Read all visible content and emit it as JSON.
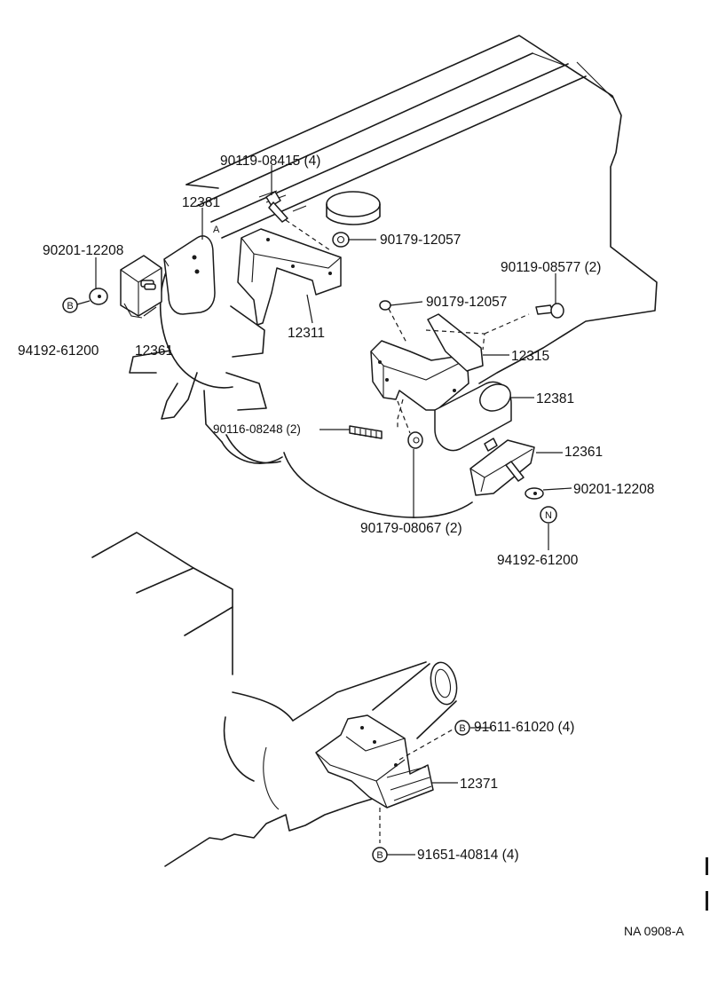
{
  "callouts": [
    {
      "id": "c1",
      "text": "90119-08415 (4)"
    },
    {
      "id": "c2",
      "text": "12381"
    },
    {
      "id": "c3",
      "text": "90201-12208"
    },
    {
      "id": "c4",
      "text": "90179-12057"
    },
    {
      "id": "c5",
      "text": "90119-08577 (2)"
    },
    {
      "id": "c6",
      "text": "90179-12057"
    },
    {
      "id": "c7",
      "text": "12311"
    },
    {
      "id": "c8",
      "text": "94192-61200"
    },
    {
      "id": "c9",
      "text": "12361"
    },
    {
      "id": "c10",
      "text": "12315"
    },
    {
      "id": "c11",
      "text": "12381"
    },
    {
      "id": "c12",
      "text": "90116-08248 (2)"
    },
    {
      "id": "c13",
      "text": "12361"
    },
    {
      "id": "c14",
      "text": "90201-12208"
    },
    {
      "id": "c15",
      "text": "90179-08067 (2)"
    },
    {
      "id": "c16",
      "text": "94192-61200"
    },
    {
      "id": "c17",
      "text": "91611-61020 (4)"
    },
    {
      "id": "c18",
      "text": "12371"
    },
    {
      "id": "c19",
      "text": "91651-40814 (4)"
    }
  ],
  "markers": {
    "b1": "B",
    "n1": "N",
    "b2": "B",
    "b3": "B"
  },
  "stray_mark": "A",
  "figure_code": "NA 0908-A"
}
